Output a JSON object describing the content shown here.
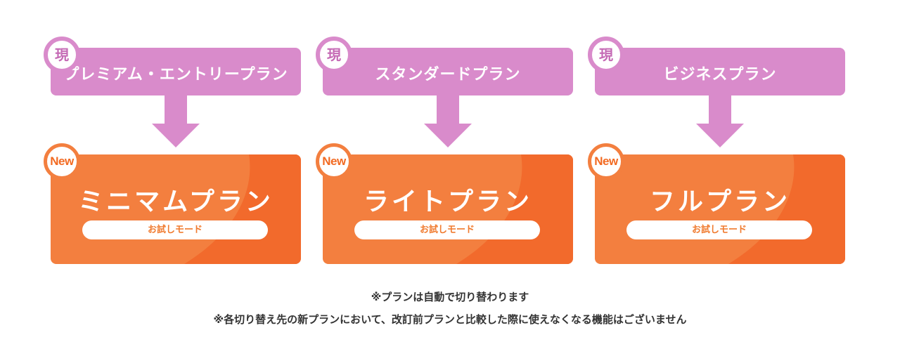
{
  "colors": {
    "current_accent": "#d98bcb",
    "new_accent": "#f37f3f",
    "new_accent_dark": "#f26a22",
    "text_dark": "#333333"
  },
  "plans": [
    {
      "current_badge": "現",
      "current_name": "プレミアム・エントリープラン",
      "new_badge": "New",
      "new_name": "ミニマムプラン",
      "trial_label": "お試しモード"
    },
    {
      "current_badge": "現",
      "current_name": "スタンダードプラン",
      "new_badge": "New",
      "new_name": "ライトプラン",
      "trial_label": "お試しモード"
    },
    {
      "current_badge": "現",
      "current_name": "ビジネスプラン",
      "new_badge": "New",
      "new_name": "フルプラン",
      "trial_label": "お試しモード"
    }
  ],
  "notes": [
    "※プランは自動で切り替わります",
    "※各切り替え先の新プランにおいて、改訂前プランと比較した際に使えなくなる機能はございません"
  ]
}
